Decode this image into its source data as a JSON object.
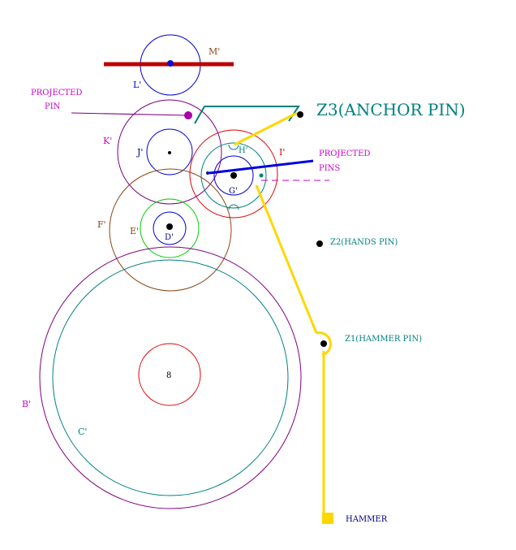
{
  "colors": {
    "background": "#ffffff",
    "purple": "#800080",
    "blue": "#0000cc",
    "darkblue": "#000080",
    "teal": "#008080",
    "red": "#dd0000",
    "darkred": "#aa0000",
    "green": "#00cc00",
    "brown": "#8b4513",
    "magenta": "#cc00cc",
    "yellow": "#ffd700",
    "black": "#000000"
  },
  "labels": {
    "m": "M'",
    "l": "L'",
    "k": "K'",
    "j": "J'",
    "h": "H'",
    "i": "I'",
    "g": "G'",
    "f": "F'",
    "e": "E'",
    "d": "D'",
    "b": "B'",
    "c": "C'",
    "a_center": "8",
    "projected_pin_1": "PROJECTED",
    "projected_pin_2": "PIN",
    "projected_pins_1": "PROJECTED",
    "projected_pins_2": "PINS",
    "z3": "Z3(ANCHOR PIN)",
    "z2": "Z2(HANDS PIN)",
    "z1": "Z1(HAMMER PIN)",
    "hammer": "HAMMER"
  }
}
